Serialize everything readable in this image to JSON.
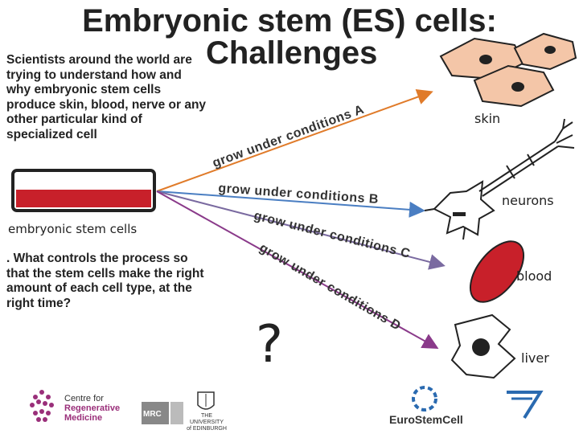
{
  "title": {
    "line1": "Embryonic stem (ES) cells:",
    "line2": "Challenges"
  },
  "intro": "Scientists around the world are trying to understand how and why embryonic stem cells produce skin, blood, nerve or any other particular kind of specialized cell",
  "source_label": "embryonic stem cells",
  "question": ". What controls the process so that the stem cells make the right amount of each cell type, at the right time?",
  "paths": [
    {
      "label": "grow under conditions A",
      "color": "#e07b2a",
      "target": "skin"
    },
    {
      "label": "grow under conditions B",
      "color": "#4a7ec2",
      "target": "neurons"
    },
    {
      "label": "grow under conditions C",
      "color": "#7a6aa0",
      "target": "blood"
    },
    {
      "label": "grow under conditions D",
      "color": "#8a3a8a",
      "target": "liver"
    }
  ],
  "cell_types": {
    "skin": "skin",
    "neurons": "neurons",
    "blood": "blood",
    "liver": "liver"
  },
  "unknown_mark": "?",
  "logos": {
    "crm_line1": "Centre for",
    "crm_line2": "Regenerative",
    "crm_line3": "Medicine",
    "mrc": "MRC",
    "edinburgh_line1": "THE UNIVERSITY",
    "edinburgh_line2": "of EDINBURGH",
    "eurostemcell": "EuroStemCell",
    "fp7": "7"
  },
  "colors": {
    "dish_red": "#c8202a",
    "blood_red": "#c8202a",
    "skin_fill": "#f4c6a8",
    "path_a": "#e07b2a",
    "path_b": "#4a7ec2",
    "path_c": "#7a6aa0",
    "path_d": "#8a3a8a"
  }
}
